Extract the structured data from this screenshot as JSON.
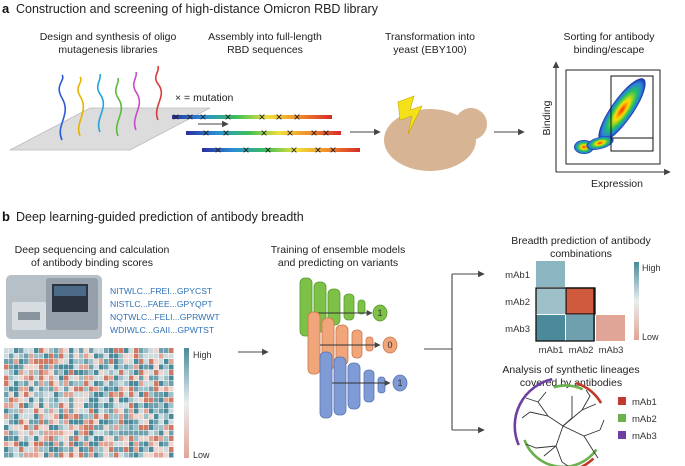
{
  "panel_a": {
    "letter": "a",
    "title": "Construction and screening of high-distance Omicron RBD library",
    "step1": [
      "Design and synthesis of oligo",
      "mutagenesis libraries"
    ],
    "step2": [
      "Assembly into full-length",
      "RBD sequences"
    ],
    "step3": [
      "Transformation into",
      "yeast (EBY100)"
    ],
    "step4": [
      "Sorting for antibody",
      "binding/escape"
    ],
    "mutation_legend": "× = mutation",
    "mutation_symbol": "×",
    "y_axis": "Binding",
    "x_axis": "Expression"
  },
  "panel_b": {
    "letter": "b",
    "title": "Deep learning-guided prediction of antibody breadth",
    "seq_title": [
      "Deep sequencing and calculation",
      "of antibody binding scores"
    ],
    "sequences": [
      "NITWLC...FREI...GPYCST",
      "NISTLC...FAEE...GPYQPT",
      "NQTWLC...FELI...GPRWWT",
      "WDIWLC...GAII...GPWTST"
    ],
    "heat_high": "High",
    "heat_low": "Low",
    "model_title": [
      "Training of ensemble models",
      "and predicting on variants"
    ],
    "outputs": [
      "1",
      "0",
      "1"
    ],
    "breadth_title": [
      "Breadth prediction of antibody",
      "combinations"
    ],
    "matrix_rows": [
      "mAb1",
      "mAb2",
      "mAb3"
    ],
    "matrix_cols": [
      "mAb1",
      "mAb2",
      "mAb3"
    ],
    "matrix_high": "High",
    "matrix_low": "Low",
    "lineage_title": [
      "Analysis of synthetic lineages",
      "covered by antibodies"
    ],
    "legend": [
      {
        "label": "mAb1",
        "color": "#c0392b"
      },
      {
        "label": "mAb2",
        "color": "#6ab04c"
      },
      {
        "label": "mAb3",
        "color": "#6c3fa0"
      }
    ]
  },
  "colors": {
    "teal": "#4a8a9a",
    "salmon": "#e0a597",
    "red_cell": "#cf5a3e",
    "green_layer": "#7dc247",
    "orange_layer": "#f0a57a",
    "blue_layer": "#7f9bd6"
  }
}
